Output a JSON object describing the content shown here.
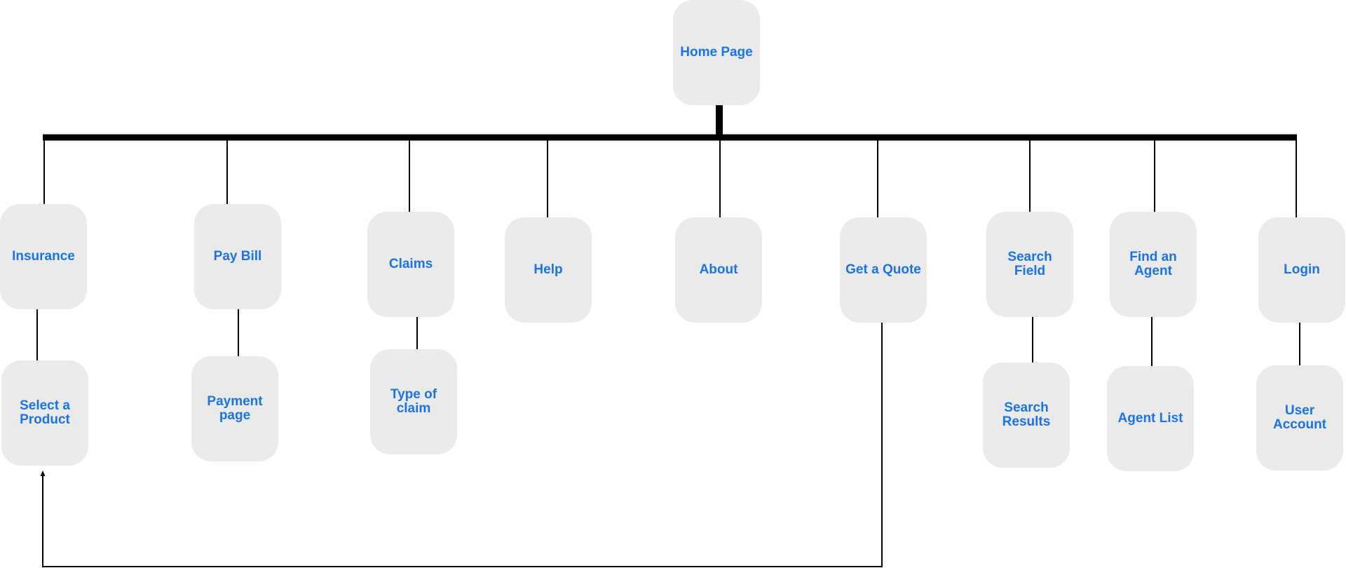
{
  "sitemap": {
    "root": {
      "label": "Home Page"
    },
    "top_level": [
      {
        "label": "Insurance"
      },
      {
        "label": "Pay Bill"
      },
      {
        "label": "Claims"
      },
      {
        "label": "Help"
      },
      {
        "label": "About"
      },
      {
        "label": "Get a Quote"
      },
      {
        "label": "Search\nField"
      },
      {
        "label": "Find an\nAgent"
      },
      {
        "label": "Login"
      }
    ],
    "children": [
      {
        "label": "Select a\nProduct"
      },
      {
        "label": "Payment\npage"
      },
      {
        "label": "Type of\nclaim"
      },
      {
        "label": "Search\nResults"
      },
      {
        "label": "Agent List"
      },
      {
        "label": "User\nAccount"
      }
    ]
  },
  "colors": {
    "node_fill": "#eaeaea",
    "node_text": "#1a73e8",
    "connector": "#000000"
  }
}
